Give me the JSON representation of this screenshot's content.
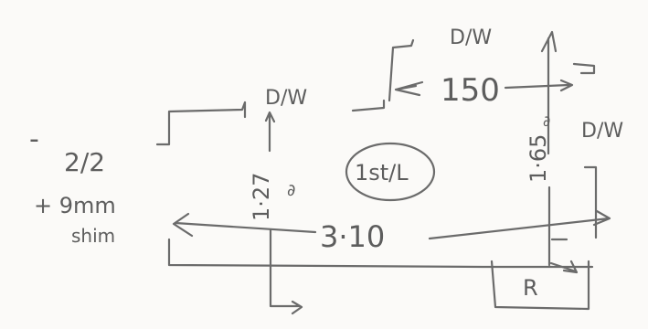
{
  "labels": {
    "dw_top": "D/W",
    "dw_mid": "D/W",
    "dw_right": "D/W",
    "dim_150": "150",
    "dim_310": "3·10",
    "dim_127": "1·27",
    "dim_127_exp": "∂",
    "dim_165": "1·65",
    "dim_165_exp": "∂",
    "circle_label": "1st/L",
    "minus_note": "-",
    "dim_212": "2/2",
    "plus_note": "+ 9mm",
    "plus_note_2": "shim",
    "box_label": "R"
  }
}
